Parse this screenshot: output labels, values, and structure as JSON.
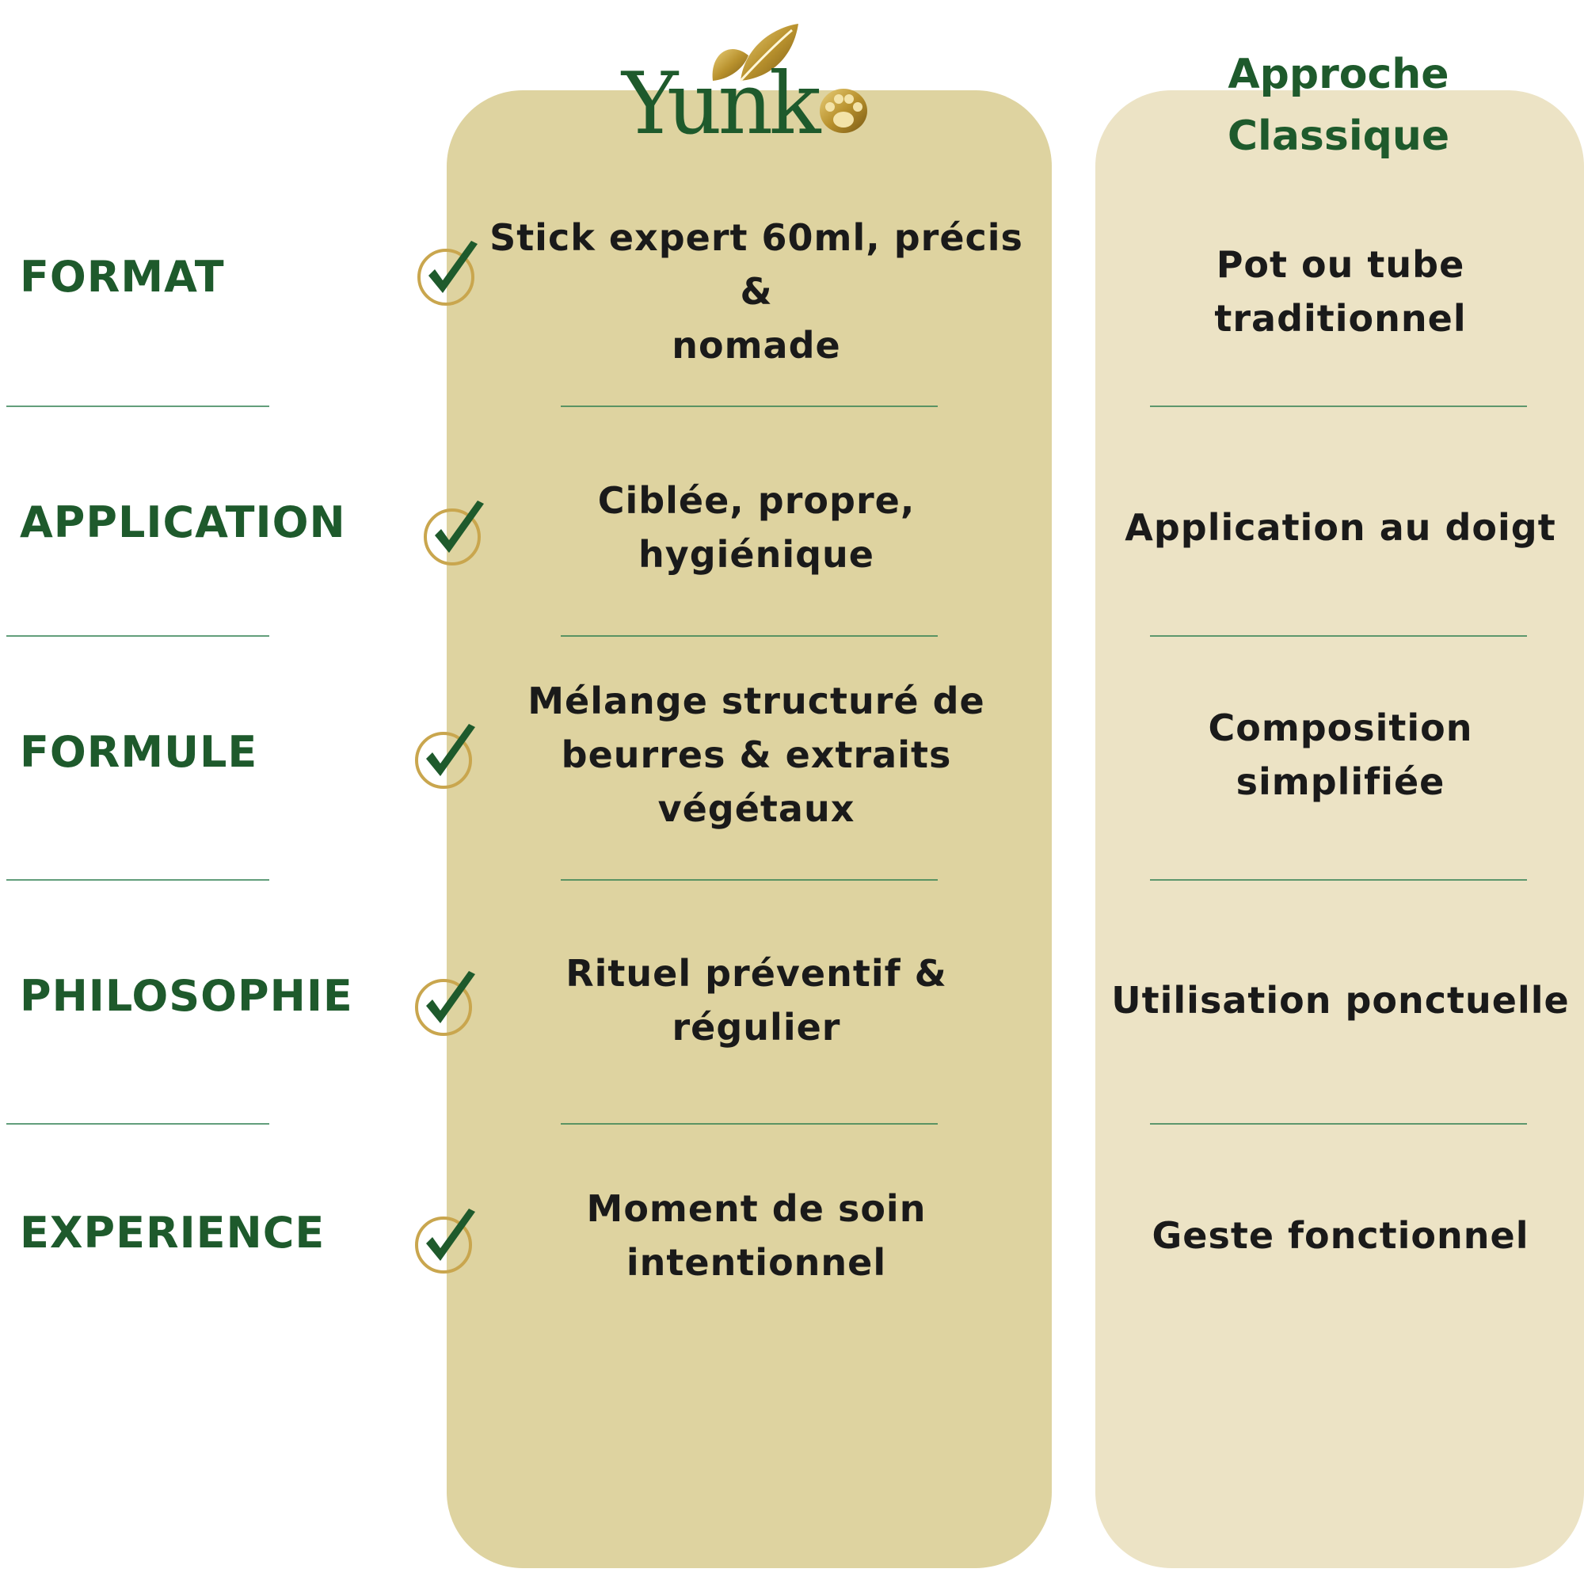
{
  "brand": {
    "name": "Yunk",
    "colors": {
      "green": "#1e5a2c",
      "gold": "#b9922e",
      "panel_yunko": "#ded3a0",
      "panel_classic": "#ece3c5"
    },
    "icons": [
      "leaf-icon",
      "paw-icon",
      "check-icon"
    ]
  },
  "classic_header": {
    "line1": "Approche",
    "line2": "Classique"
  },
  "rows": [
    {
      "label": "FORMAT",
      "yunko_line1": "Stick expert 60ml, précis &",
      "yunko_line2": "nomade",
      "classic": "Pot ou tube traditionnel"
    },
    {
      "label": "APPLICATION",
      "yunko_line1": "Ciblée, propre, hygiénique",
      "yunko_line2": "",
      "classic": "Application au doigt"
    },
    {
      "label": "FORMULE",
      "yunko_line1": "Mélange structuré de",
      "yunko_line2": "beurres & extraits végétaux",
      "classic": "Composition simplifiée"
    },
    {
      "label": "PHILOSOPHIE",
      "yunko_line1": "Rituel préventif & régulier",
      "yunko_line2": "",
      "classic": "Utilisation ponctuelle"
    },
    {
      "label": "EXPERIENCE",
      "yunko_line1": "Moment de soin intentionnel",
      "yunko_line2": "",
      "classic": "Geste fonctionnel"
    }
  ]
}
